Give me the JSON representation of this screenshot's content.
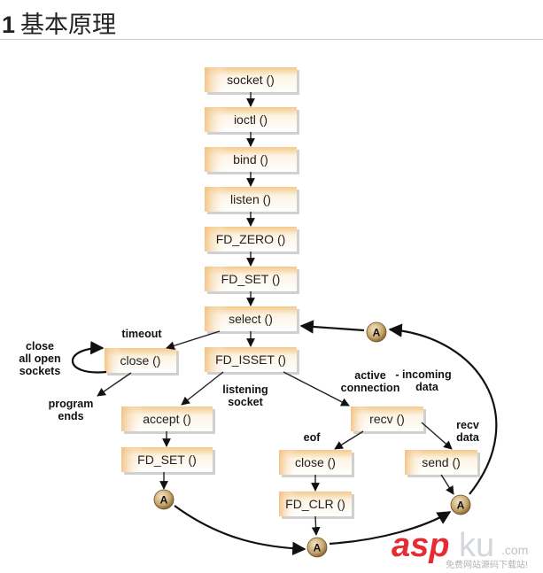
{
  "heading": {
    "number": "1",
    "text": "基本原理"
  },
  "boxes": {
    "socket": "socket ()",
    "ioctl": "ioctl ()",
    "bind": "bind ()",
    "listen": "listen ()",
    "fd_zero": "FD_ZERO ()",
    "fd_set": "FD_SET ()",
    "select": "select ()",
    "fd_isset": "FD_ISSET ()",
    "close_left": "close ()",
    "accept": "accept ()",
    "fd_set_left": "FD_SET ()",
    "recv": "recv ()",
    "close_mid": "close ()",
    "fd_clr": "FD_CLR ()",
    "send": "send ()"
  },
  "labels": {
    "timeout": "timeout",
    "close_all": [
      "close",
      "all open",
      "sockets"
    ],
    "program_ends": [
      "program",
      "ends"
    ],
    "listening_socket": [
      "listening",
      "socket"
    ],
    "active_connection": [
      "active",
      "connection"
    ],
    "incoming_data": [
      "- incoming",
      "data"
    ],
    "eof": "eof",
    "recv_data": [
      "recv",
      "data"
    ]
  },
  "connector_label": "A",
  "watermark": {
    "brand_a": "asp",
    "brand_b": "ku",
    "domain": ".com",
    "tagline": "免费网站源码下载站!"
  }
}
